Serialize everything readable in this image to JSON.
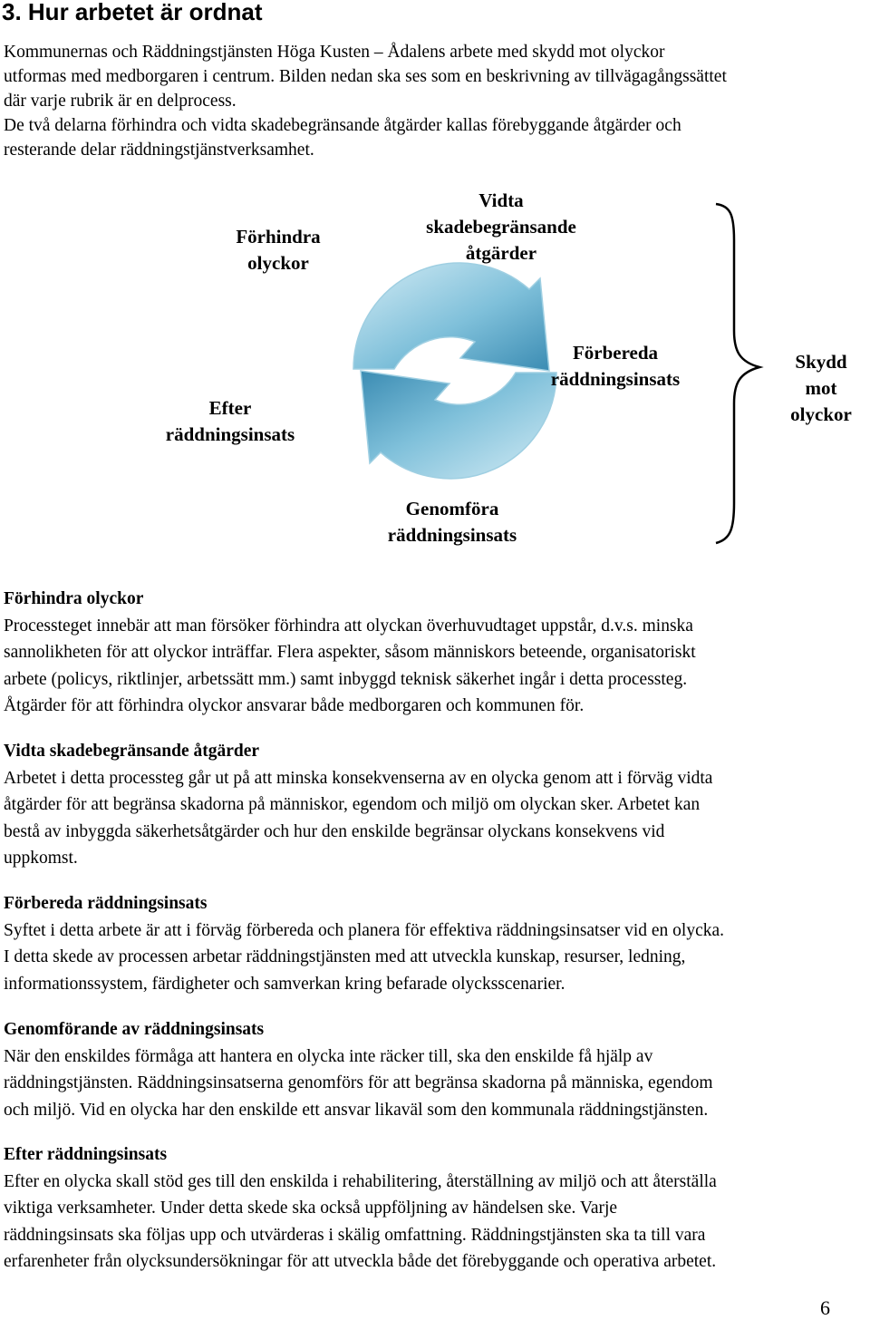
{
  "heading": "3. Hur arbetet är ordnat",
  "intro": [
    "Kommunernas och Räddningstjänsten Höga Kusten – Ådalens arbete med skydd mot olyckor",
    "utformas med medborgaren i centrum. Bilden nedan ska ses som en beskrivning av tillvägagångssättet",
    "där varje rubrik är en delprocess.",
    "De två delarna förhindra och vidta skadebegränsande åtgärder kallas förebyggande åtgärder och",
    "resterande delar räddningstjänstverksamhet."
  ],
  "diagram": {
    "labels": {
      "forhindra": "Förhindra\nolyckor",
      "vidta": "Vidta\nskadebegränsande\nåtgärder",
      "forbereda": "Förbereda\nräddningsinsats",
      "efter": "Efter\nräddningsinsats",
      "genomfora": "Genomföra\nräddningsinsats",
      "skydd": "Skydd mot\nolyckor"
    },
    "arrow_colors": {
      "light": "#d4ecf5",
      "mid": "#7fc0da",
      "dark": "#3b8cb3"
    }
  },
  "sections": [
    {
      "title": "Förhindra olyckor",
      "lines": [
        "Processteget innebär att man försöker förhindra att olyckan överhuvudtaget uppstår, d.v.s. minska",
        "sannolikheten för att olyckor inträffar. Flera aspekter, såsom människors beteende, organisatoriskt",
        "arbete (policys, riktlinjer, arbetssätt mm.) samt inbyggd teknisk säkerhet ingår i detta processteg.",
        "Åtgärder för att förhindra olyckor ansvarar både medborgaren och kommunen för."
      ]
    },
    {
      "title": "Vidta skadebegränsande åtgärder",
      "lines": [
        "Arbetet i detta processteg går ut på att minska konsekvenserna av en olycka genom att i förväg vidta",
        "åtgärder för att begränsa skadorna på människor, egendom och miljö om olyckan sker. Arbetet kan",
        "bestå av inbyggda säkerhetsåtgärder och hur den enskilde begränsar olyckans konsekvens vid",
        "uppkomst."
      ]
    },
    {
      "title": "Förbereda räddningsinsats",
      "lines": [
        "Syftet i detta arbete är att i förväg förbereda och planera för effektiva räddningsinsatser vid en olycka.",
        "I detta skede av processen arbetar räddningstjänsten med att utveckla kunskap, resurser, ledning,",
        "informationssystem, färdigheter och samverkan kring befarade olycksscenarier."
      ]
    },
    {
      "title": "Genomförande av räddningsinsats",
      "lines": [
        "När den enskildes förmåga att hantera en olycka inte räcker till, ska den enskilde få hjälp av",
        "räddningstjänsten. Räddningsinsatserna genomförs för att begränsa skadorna på människa, egendom",
        "och miljö. Vid en olycka har den enskilde ett ansvar likaväl som den kommunala räddningstjänsten."
      ]
    },
    {
      "title": "Efter räddningsinsats",
      "lines": [
        "Efter en olycka skall stöd ges till den enskilda i rehabilitering, återställning av miljö och att återställa",
        "viktiga verksamheter. Under detta skede ska också uppföljning av händelsen ske. Varje",
        "räddningsinsats ska följas upp och utvärderas i skälig omfattning. Räddningstjänsten ska ta till vara",
        "erfarenheter från olycksundersökningar för att utveckla både det förebyggande och operativa arbetet."
      ]
    }
  ],
  "page_number": "6"
}
